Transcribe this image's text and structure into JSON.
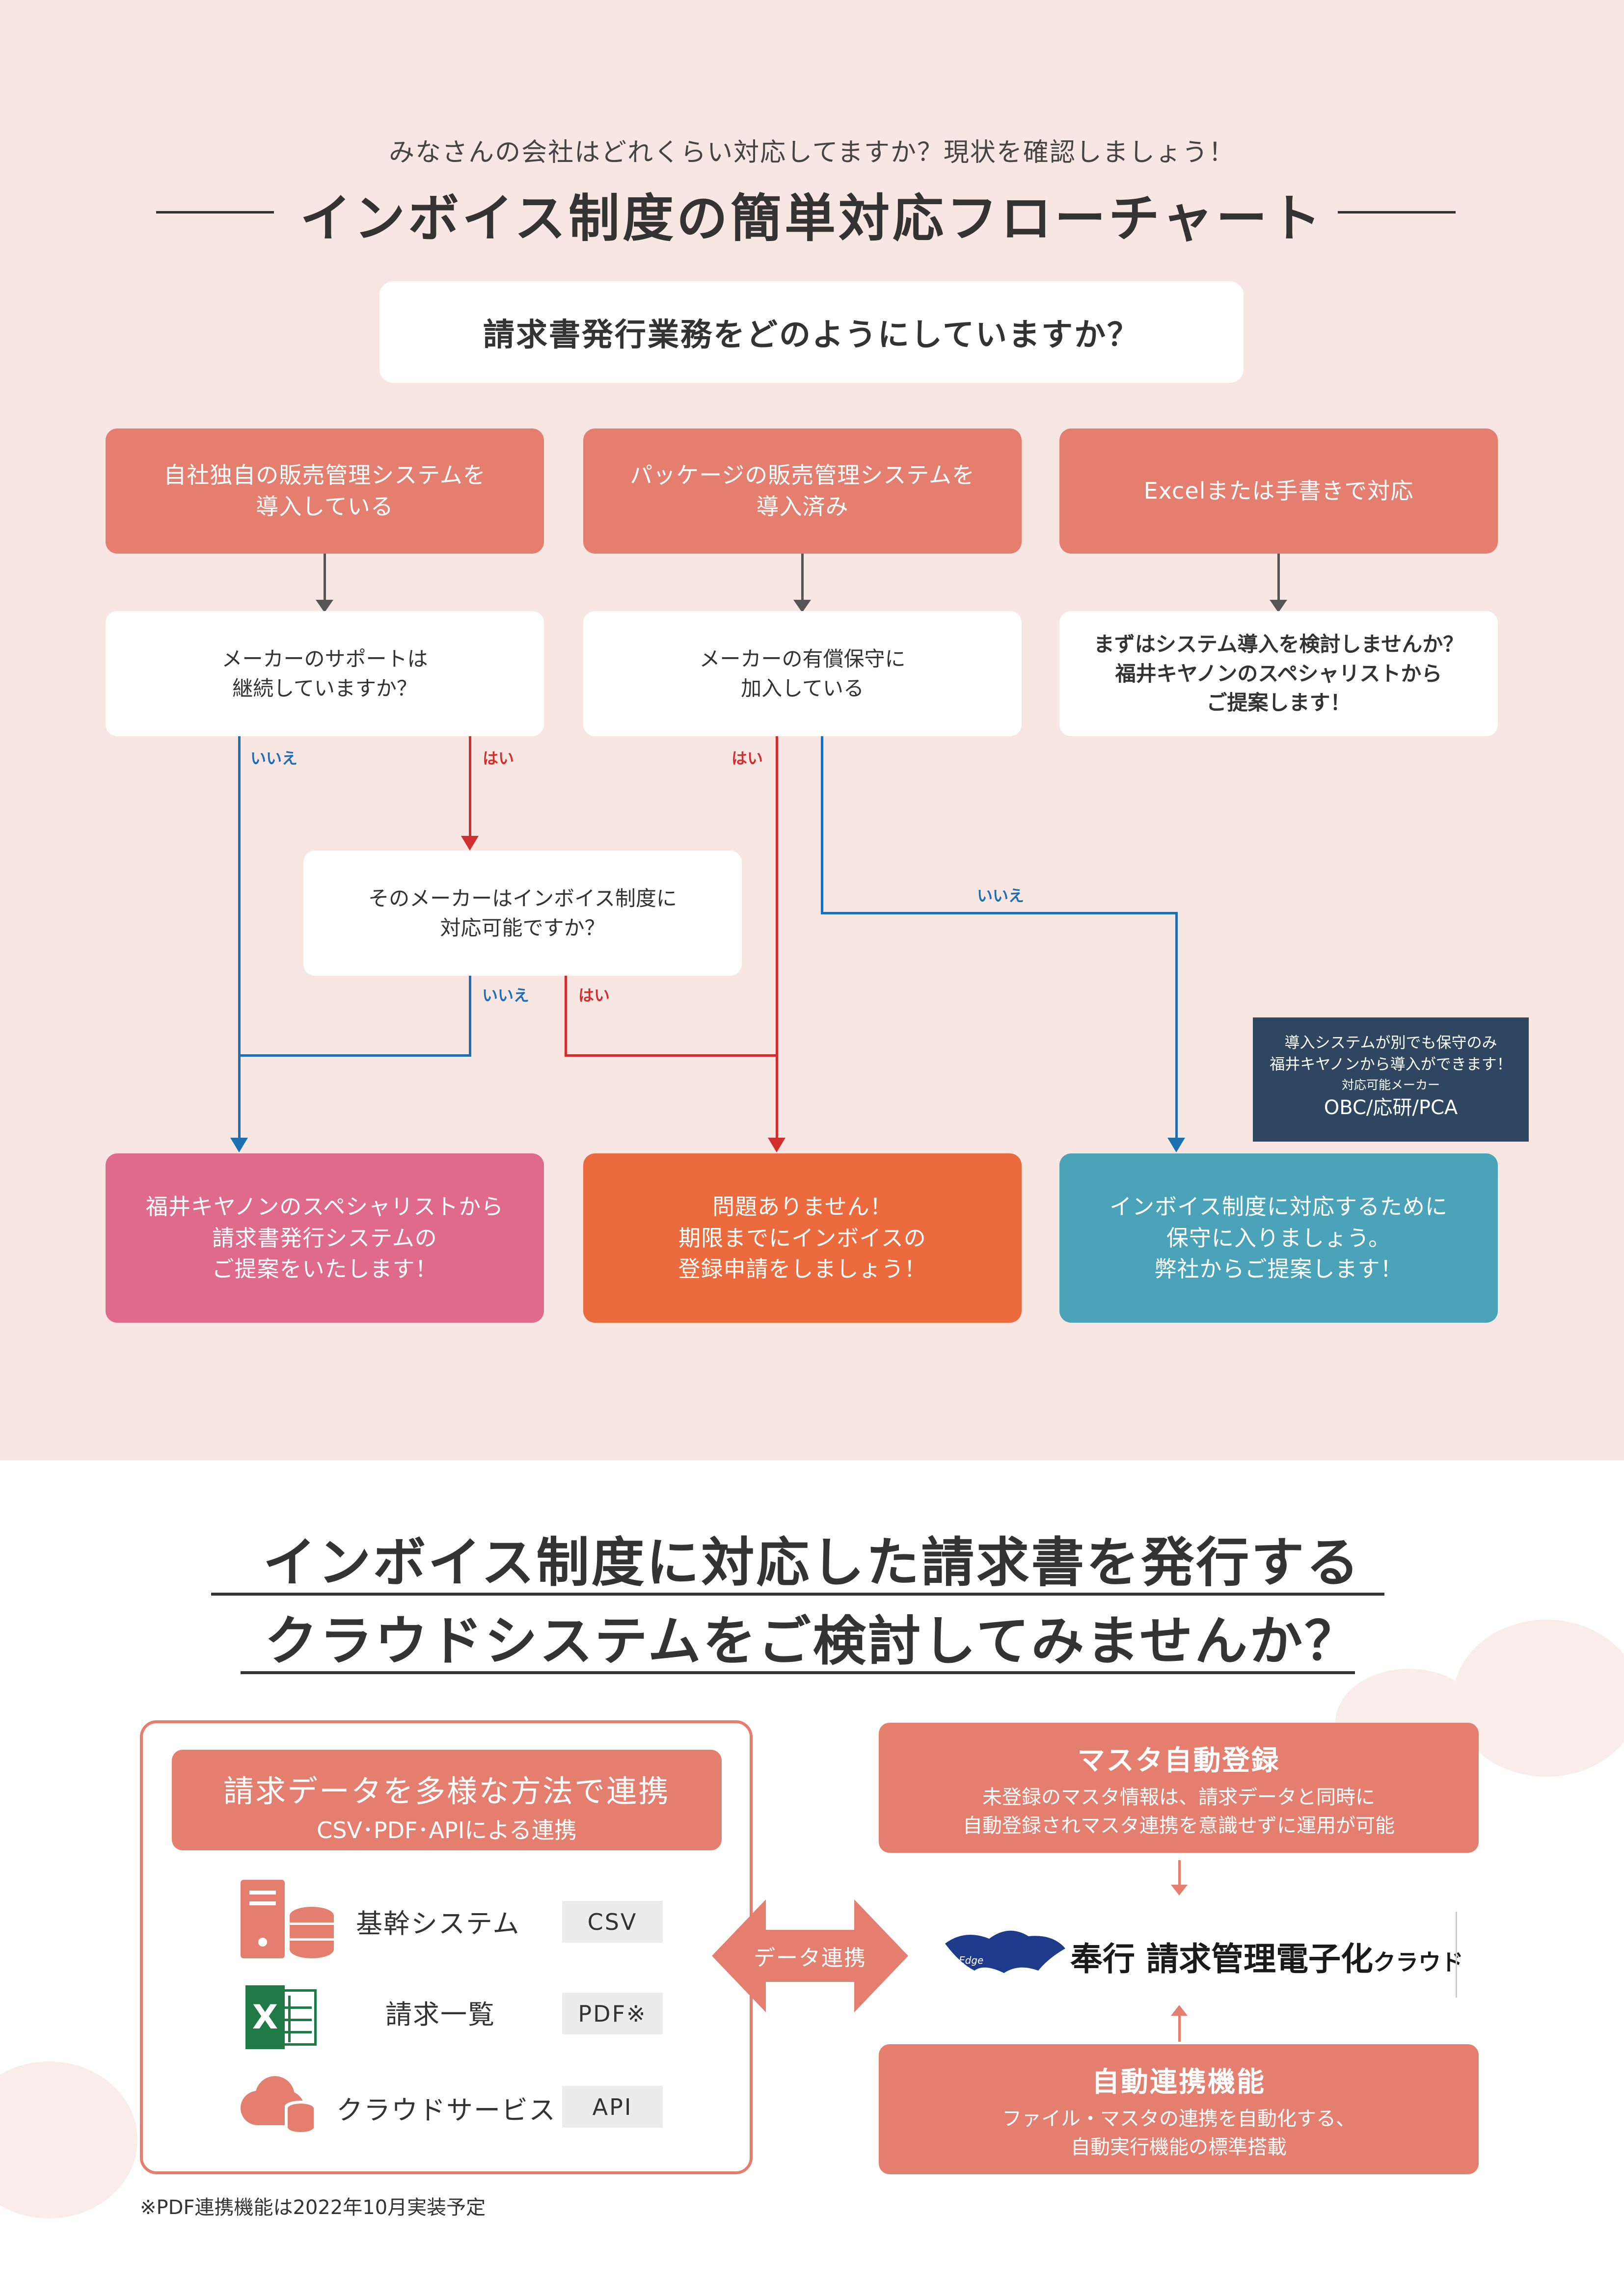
{
  "header": {
    "subtitle": "みなさんの会社はどれくらい対応してますか？現状を確認しましょう！",
    "title": "インボイス制度の簡単対応フローチャート"
  },
  "flow": {
    "question": "請求書発行業務をどのようにしていますか？",
    "col1_top": "自社独自の販売管理システムを\n導入している",
    "col2_top": "パッケージの販売管理システムを\n導入済み",
    "col3_top": "Excelまたは手書きで対応",
    "col1_q": "メーカーのサポートは\n継続していますか？",
    "col2_q": "メーカーの有償保守に\n加入している",
    "col3_msg": "まずはシステム導入を検討しませんか？\n福井キヤノンのスペシャリストから\nご提案します！",
    "mid_q": "そのメーカーはインボイス制度に\n対応可能ですか？",
    "yes": "はい",
    "no": "いいえ",
    "result1": "福井キヤノンのスペシャリストから\n請求書発行システムの\nご提案をいたします！",
    "result2": "問題ありません！\n期限までにインボイスの\n登録申請をしましょう！",
    "result3": "インボイス制度に対応するために\n保守に入りましょう。\n弊社からご提案します！",
    "note_line1": "導入システムが別でも保守のみ",
    "note_line2": "福井キヤノンから導入ができます！",
    "note_line3": "対応可能メーカー",
    "note_line4": "OBC/応研/PCA"
  },
  "promo": {
    "headline1": "インボイス制度に対応した請求書を発行する",
    "headline2": "クラウドシステムをご検討してみませんか？",
    "panel_title": "請求データを多様な方法で連携",
    "panel_sub": "CSV･PDF･APIによる連携",
    "sources": [
      {
        "label": "基幹システム",
        "tag": "CSV"
      },
      {
        "label": "請求一覧",
        "tag": "PDF※"
      },
      {
        "label": "クラウドサービス",
        "tag": "API"
      }
    ],
    "excel_letter": "X",
    "arrow_label": "データ連携",
    "logo_small": "Edge",
    "logo_text1": "奉行",
    "logo_text2": "請求管理電子化",
    "logo_text3": "クラウド",
    "feature1_title": "マスタ自動登録",
    "feature1_desc": "未登録のマスタ情報は、請求データと同時に\n自動登録されマスタ連携を意識せずに運用が可能",
    "feature2_title": "自動連携機能",
    "feature2_desc": "ファイル・マスタの連携を自動化する、\n自動実行機能の標準搭載",
    "footnote": "※PDF連携機能は2022年10月実装予定"
  },
  "colors": {
    "salmon": "#e47f70",
    "pink_result": "#e06a8a",
    "orange_result": "#ec6b3e",
    "teal_result": "#4ba3b9",
    "navy_note": "#2f4660",
    "line_blue": "#1d6fb1",
    "line_red": "#d12f2f"
  }
}
